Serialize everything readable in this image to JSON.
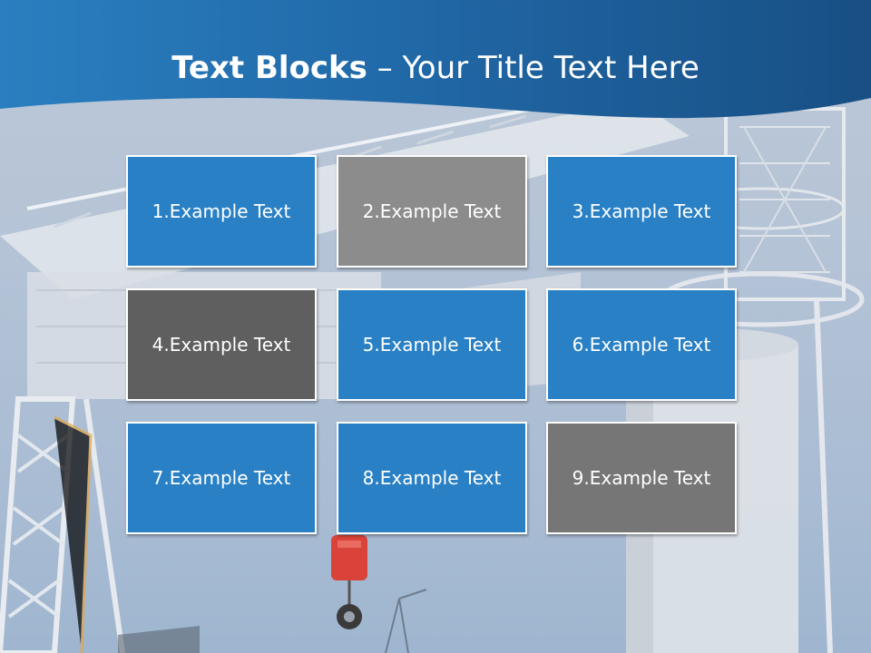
{
  "slide": {
    "title_bold": "Text Blocks",
    "title_dash": " – ",
    "title_rest": "Your Title Text Here"
  },
  "blocks": [
    {
      "label": "1.Example Text",
      "color": "#2a80c4"
    },
    {
      "label": "2.Example Text",
      "color": "#8c8c8c"
    },
    {
      "label": "3.Example Text",
      "color": "#2a80c4"
    },
    {
      "label": "4.Example Text",
      "color": "#5f5f5f"
    },
    {
      "label": "5.Example Text",
      "color": "#2a80c4"
    },
    {
      "label": "6.Example Text",
      "color": "#2a80c4"
    },
    {
      "label": "7.Example Text",
      "color": "#2a80c4"
    },
    {
      "label": "8.Example Text",
      "color": "#2a80c4"
    },
    {
      "label": "9.Example Text",
      "color": "#767676"
    }
  ],
  "colors": {
    "header_dark": "#1a5285",
    "header_light": "#2a7fc0",
    "blue_block": "#2a80c4",
    "gray_block": "#8c8c8c",
    "dark_gray_block": "#5f5f5f"
  }
}
